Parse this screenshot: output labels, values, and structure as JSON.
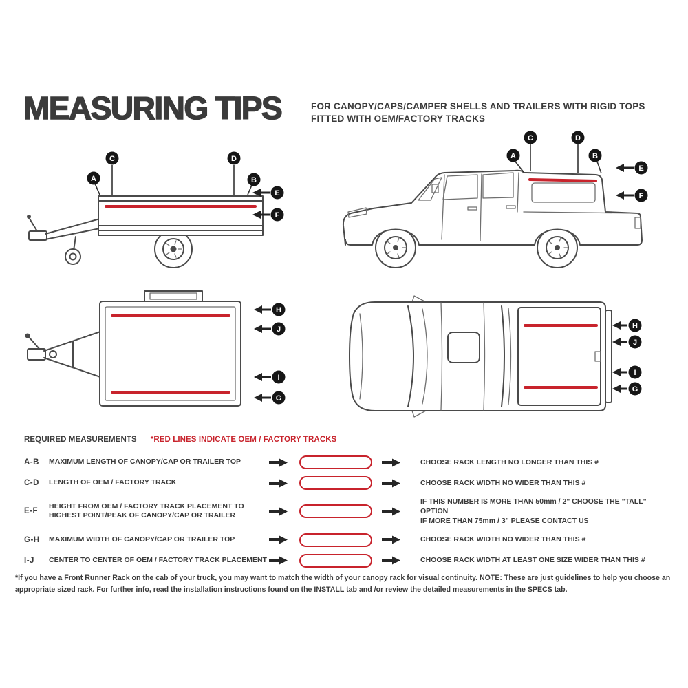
{
  "colors": {
    "track_red": "#c8232c",
    "ink": "#3b3b3b"
  },
  "header": {
    "title": "MEASURING TIPS",
    "subtitle_line1": "FOR CANOPY/CAPS/CAMPER SHELLS AND TRAILERS WITH RIGID TOPS",
    "subtitle_line2": "FITTED WITH OEM/FACTORY TRACKS"
  },
  "callouts": {
    "trailer_side": [
      "A",
      "C",
      "D",
      "B",
      "E",
      "F"
    ],
    "truck_side": [
      "A",
      "C",
      "D",
      "B",
      "E",
      "F"
    ],
    "trailer_top": [
      "H",
      "J",
      "I",
      "G"
    ],
    "truck_top": [
      "H",
      "J",
      "I",
      "G"
    ]
  },
  "measurements": {
    "heading": "REQUIRED MEASUREMENTS",
    "legend_note": "*RED LINES INDICATE OEM / FACTORY TRACKS",
    "rows": [
      {
        "key": "A-B",
        "desc": "MAXIMUM LENGTH OF CANOPY/CAP OR TRAILER TOP",
        "result": "CHOOSE RACK LENGTH NO LONGER THAN THIS #"
      },
      {
        "key": "C-D",
        "desc": "LENGTH OF OEM / FACTORY TRACK",
        "result": "CHOOSE RACK WIDTH NO WIDER THAN THIS #"
      },
      {
        "key": "E-F",
        "desc": "HEIGHT FROM OEM / FACTORY TRACK PLACEMENT TO\nHIGHEST POINT/PEAK OF CANOPY/CAP OR TRAILER",
        "result": "IF THIS NUMBER IS MORE THAN 50mm / 2\" CHOOSE THE \"TALL\" OPTION\nIF MORE THAN 75mm / 3\" PLEASE CONTACT US"
      },
      {
        "key": "G-H",
        "desc": "MAXIMUM WIDTH OF CANOPY/CAP OR TRAILER TOP",
        "result": "CHOOSE RACK WIDTH NO WIDER THAN THIS #"
      },
      {
        "key": "I-J",
        "desc": "CENTER TO CENTER OF OEM / FACTORY TRACK PLACEMENT",
        "result": "CHOOSE RACK WIDTH AT LEAST ONE SIZE WIDER THAN THIS #"
      }
    ]
  },
  "footer": {
    "note": "*If you have a Front Runner Rack on the cab of your truck, you may want to match the width of your canopy rack for visual continuity. NOTE: These are just guidelines to help you choose an appropriate sized rack. For further info, read the installation instructions found on the INSTALL tab and /or review the detailed measurements in the SPECS tab."
  }
}
